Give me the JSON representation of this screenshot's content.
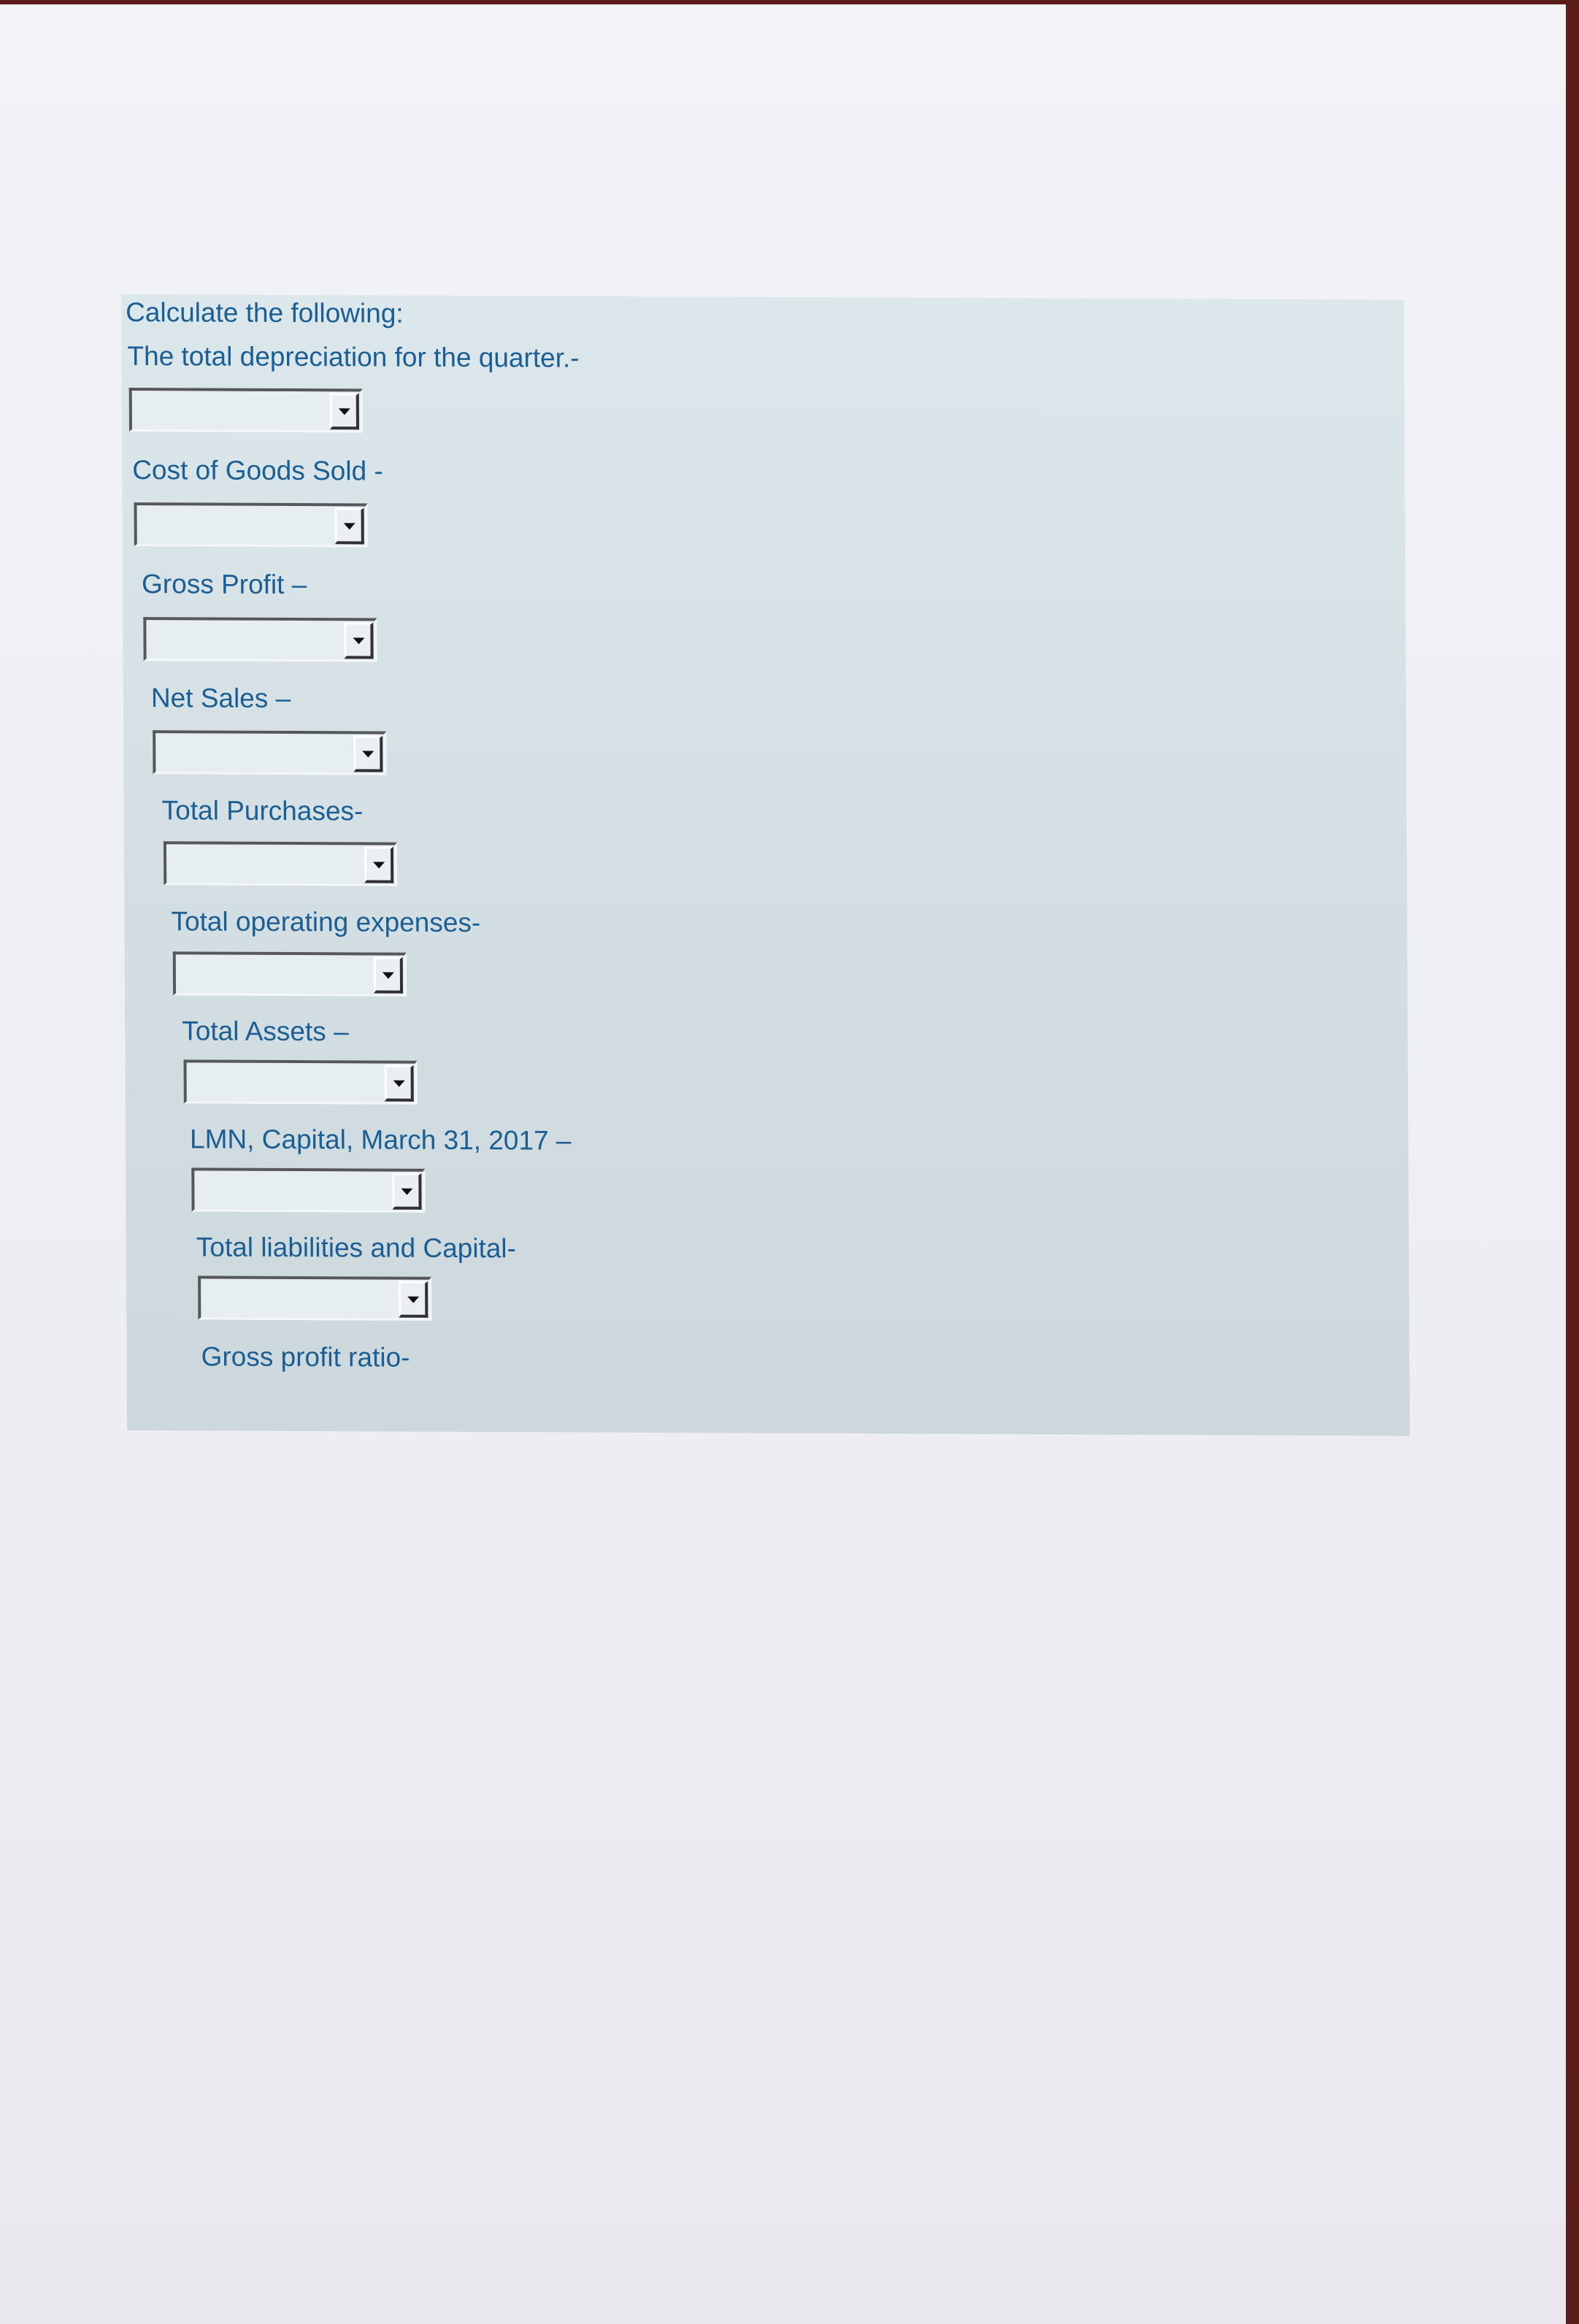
{
  "form": {
    "heading": "Calculate the following:",
    "questions": [
      {
        "label": "The total depreciation for the quarter.-",
        "selected": ""
      },
      {
        "label": "Cost of Goods Sold -",
        "selected": ""
      },
      {
        "label": "Gross Profit –",
        "selected": ""
      },
      {
        "label": "Net Sales –",
        "selected": ""
      },
      {
        "label": "Total Purchases-",
        "selected": ""
      },
      {
        "label": "Total operating expenses-",
        "selected": ""
      },
      {
        "label": "Total Assets –",
        "selected": ""
      },
      {
        "label": "LMN, Capital, March 31, 2017 –",
        "selected": ""
      },
      {
        "label": "Total liabilities and Capital-",
        "selected": ""
      },
      {
        "label": "Gross profit ratio-"
      }
    ]
  },
  "icons": {
    "dropdown_arrow": "chevron-down-icon"
  },
  "colors": {
    "text": "#1a5e94",
    "panel": "#d3dfe3",
    "paper": "#f1f3f7"
  }
}
